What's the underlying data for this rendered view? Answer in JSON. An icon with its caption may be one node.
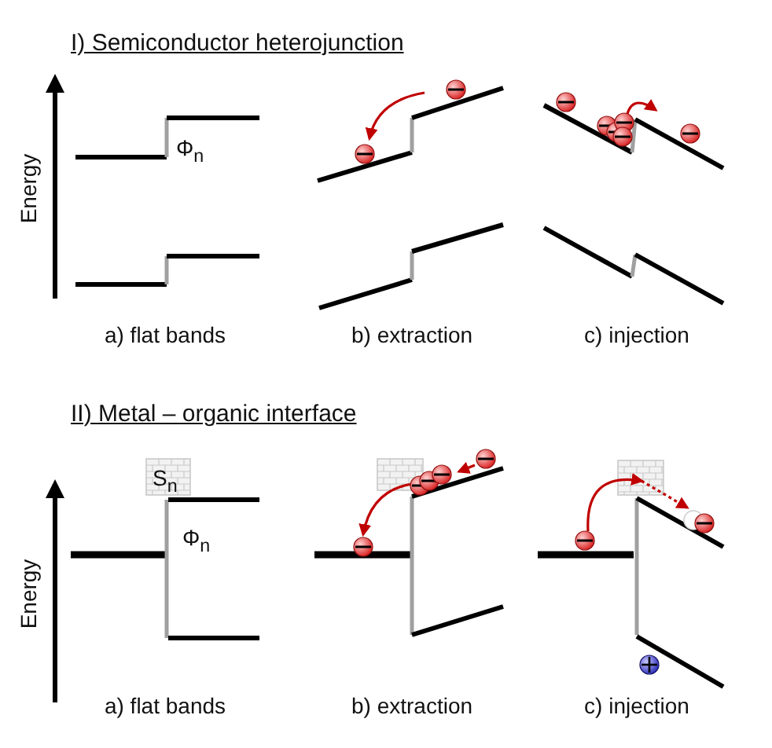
{
  "diagram": {
    "labels": [
      "I) Semiconductor heterojunction",
      "Energy",
      "Φ$_{n}$",
      "a) flat bands",
      "b) extraction",
      "c) injection",
      "II) Metal – organic interface",
      "S$_{n}$",
      "Energy",
      "Φ$_{n}$",
      "a) flat bands",
      "b) extraction",
      "c) injection"
    ]
  }
}
